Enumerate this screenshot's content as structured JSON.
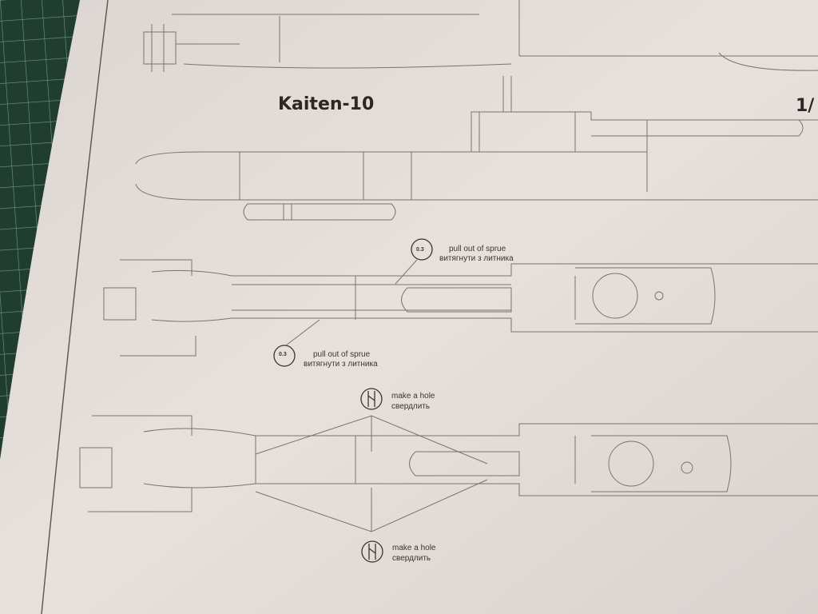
{
  "sheet": {
    "title": "Kaiten-10",
    "scale_partial": "1/",
    "callouts": [
      {
        "icon": "sprue-icon",
        "badge": "0.3",
        "en": "pull out of sprue",
        "ua": "витягнути з литника"
      },
      {
        "icon": "sprue-icon",
        "badge": "0.3",
        "en": "pull out of sprue",
        "ua": "витягнути з литника"
      },
      {
        "icon": "drill-icon",
        "en": "make a hole",
        "ua": "свердлить"
      },
      {
        "icon": "drill-icon",
        "en": "make a hole",
        "ua": "свердлить"
      }
    ]
  },
  "colors": {
    "mat": "#1d3a2e",
    "paper": "#e6e0dc",
    "ink": "#6a625e"
  }
}
